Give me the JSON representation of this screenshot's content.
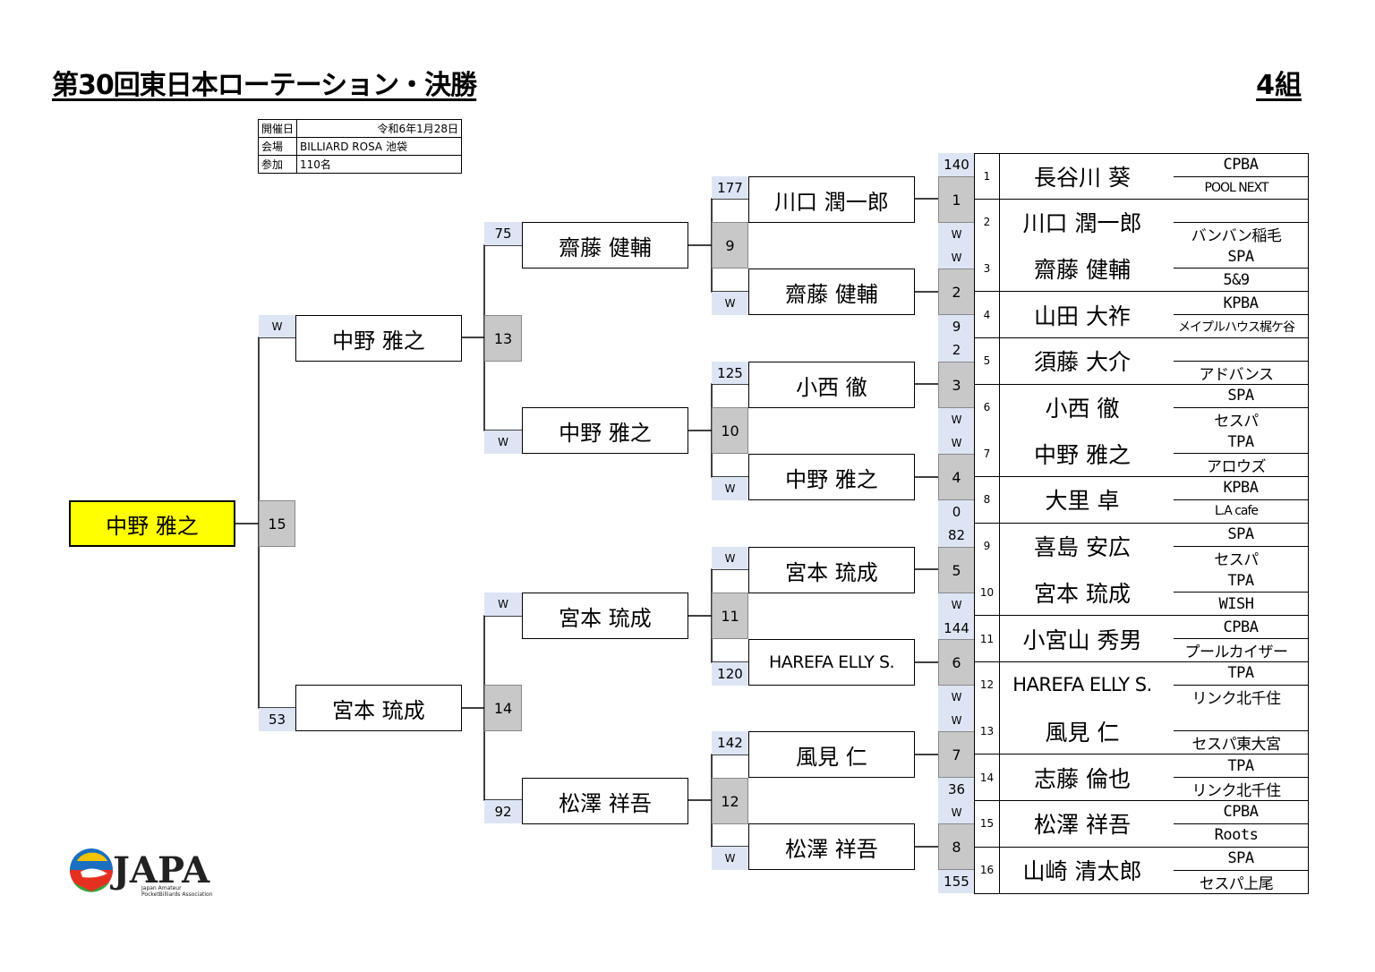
{
  "header": {
    "title": "第30回東日本ローテーション・決勝",
    "group": "4組"
  },
  "info": [
    {
      "key": "開催日",
      "value": "令和6年1月28日"
    },
    {
      "key": "会場",
      "value": "BILLIARD ROSA  池袋"
    },
    {
      "key": "参加",
      "value": "110名"
    }
  ],
  "champion": "中野  雅之",
  "final_match": "15",
  "semifinals": [
    {
      "name": "中野  雅之",
      "score": "W"
    },
    {
      "name": "宮本  琉成",
      "score": "53"
    }
  ],
  "semi_matches": [
    "13",
    "14"
  ],
  "quarterfinals": [
    {
      "name": "齋藤  健輔",
      "score": "75"
    },
    {
      "name": "中野  雅之",
      "score": "W"
    },
    {
      "name": "宮本  琉成",
      "score": "W"
    },
    {
      "name": "松澤  祥吾",
      "score": "92"
    }
  ],
  "quarter_matches": [
    "9",
    "10",
    "11",
    "12"
  ],
  "round2": [
    {
      "name": "川口  潤一郎",
      "score": "177"
    },
    {
      "name": "齋藤  健輔",
      "score": "W"
    },
    {
      "name": "小西  徹",
      "score": "125"
    },
    {
      "name": "中野  雅之",
      "score": "W"
    },
    {
      "name": "宮本  琉成",
      "score": "W"
    },
    {
      "name": "HAREFA ELLY S.",
      "score": "120"
    },
    {
      "name": "風見  仁",
      "score": "142"
    },
    {
      "name": "松澤  祥吾",
      "score": "W"
    }
  ],
  "round1_matches": [
    "1",
    "2",
    "3",
    "4",
    "5",
    "6",
    "7",
    "8"
  ],
  "entry_scores": [
    "140",
    "W",
    "W",
    "9",
    "2",
    "W",
    "W",
    "0",
    "82",
    "W",
    "144",
    "W",
    "W",
    "36",
    "W",
    "155"
  ],
  "entries": [
    {
      "no": "1",
      "name": "長谷川  葵",
      "org": "CPBA",
      "club": "POOL NEXT"
    },
    {
      "no": "2",
      "name": "川口  潤一郎",
      "org": "",
      "club": "バンバン稲毛"
    },
    {
      "no": "3",
      "name": "齋藤  健輔",
      "org": "SPA",
      "club": "5&9"
    },
    {
      "no": "4",
      "name": "山田  大祚",
      "org": "KPBA",
      "club": "メイプルハウス梶ケ谷"
    },
    {
      "no": "5",
      "name": "須藤  大介",
      "org": "",
      "club": "アドバンス"
    },
    {
      "no": "6",
      "name": "小西  徹",
      "org": "SPA",
      "club": "セスパ"
    },
    {
      "no": "7",
      "name": "中野  雅之",
      "org": "TPA",
      "club": "アロウズ"
    },
    {
      "no": "8",
      "name": "大里  卓",
      "org": "KPBA",
      "club": "L.A  cafe"
    },
    {
      "no": "9",
      "name": "喜島  安広",
      "org": "SPA",
      "club": "セスパ"
    },
    {
      "no": "10",
      "name": "宮本  琉成",
      "org": "TPA",
      "club": "WISH"
    },
    {
      "no": "11",
      "name": "小宮山  秀男",
      "org": "CPBA",
      "club": "プールカイザー"
    },
    {
      "no": "12",
      "name": "HAREFA ELLY S.",
      "org": "TPA",
      "club": "リンク北千住"
    },
    {
      "no": "13",
      "name": "風見  仁",
      "org": "",
      "club": "セスパ東大宮"
    },
    {
      "no": "14",
      "name": "志藤  倫也",
      "org": "TPA",
      "club": "リンク北千住"
    },
    {
      "no": "15",
      "name": "松澤  祥吾",
      "org": "CPBA",
      "club": "Roots"
    },
    {
      "no": "16",
      "name": "山崎  清太郎",
      "org": "SPA",
      "club": "セスパ上尾"
    }
  ],
  "logo": {
    "text": "JAPA",
    "sub1": "Japan Amateur",
    "sub2": "PocketBilliards Association"
  }
}
